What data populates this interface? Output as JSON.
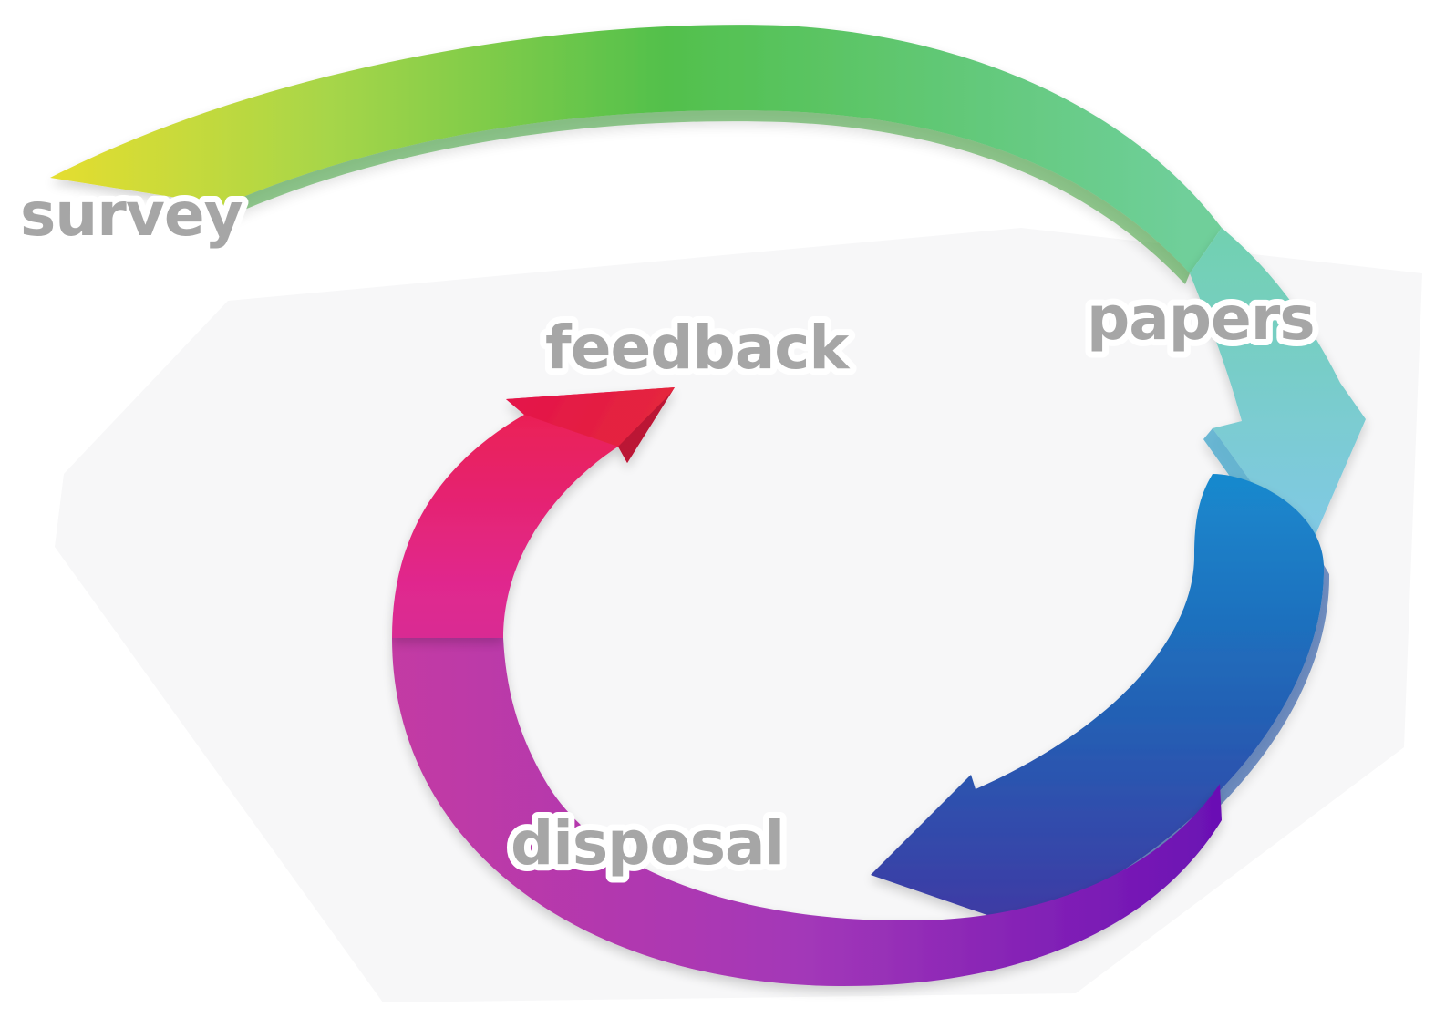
{
  "diagram": {
    "labels": {
      "survey": "survey",
      "papers": "papers",
      "disposal": "disposal",
      "feedback": "feedback"
    },
    "colors": {
      "label_text": "#a6a6a6",
      "label_outline": "#ffffff",
      "arc_survey_start": "#e6de30",
      "arc_survey_end": "#2fb34a",
      "arc_papers_start": "#43b86e",
      "arc_papers_end": "#7fcbe8",
      "arc_blue_start": "#1b8ad0",
      "arc_blue_end": "#3b3ea8",
      "arc_disposal_start": "#8c1fb3",
      "arc_disposal_end": "#e0308e",
      "arrow_feedback": "#e8223f"
    }
  }
}
